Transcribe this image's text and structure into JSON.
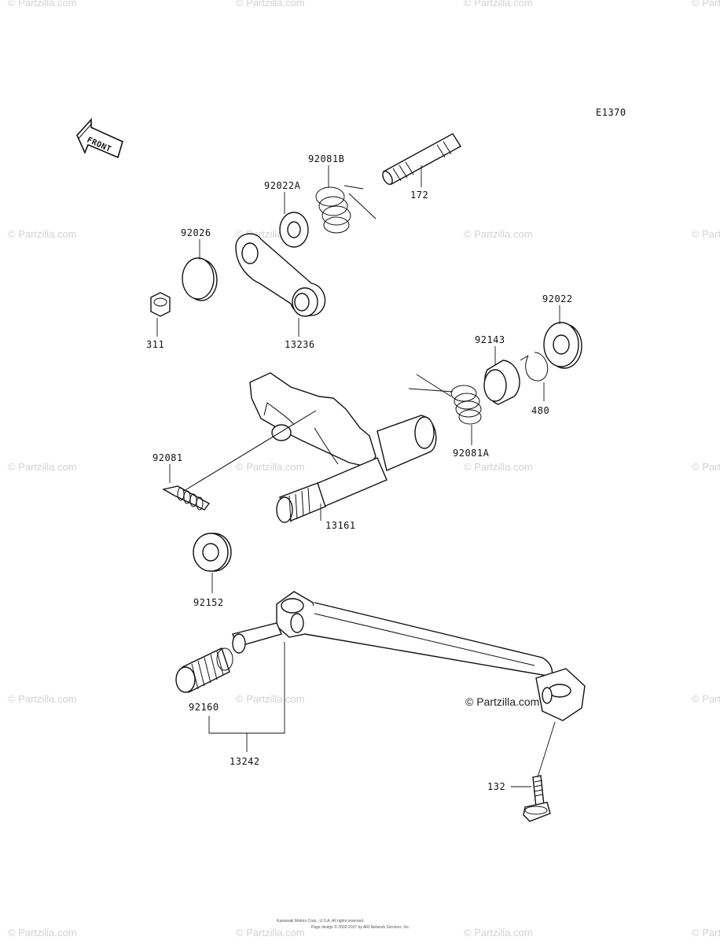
{
  "diagram_code": "E1370",
  "front_label": "FRONT",
  "parts": {
    "p172": "172",
    "p92081B": "92081B",
    "p92022A": "92022A",
    "p92026": "92026",
    "p311": "311",
    "p13236": "13236",
    "p92022": "92022",
    "p92143": "92143",
    "p480": "480",
    "p92081A": "92081A",
    "p92081": "92081",
    "p13161": "13161",
    "p92152": "92152",
    "p92160": "92160",
    "p13242": "13242",
    "p132": "132"
  },
  "watermark": "© Partzilla.com",
  "watermark_main": "© Partzilla.com",
  "copyright_line1": "Kawasaki Motors Corp., U.S.A. All rights reserved.",
  "copyright_line2": "Page design © 2002-2017 by ARI Network Services, Inc."
}
